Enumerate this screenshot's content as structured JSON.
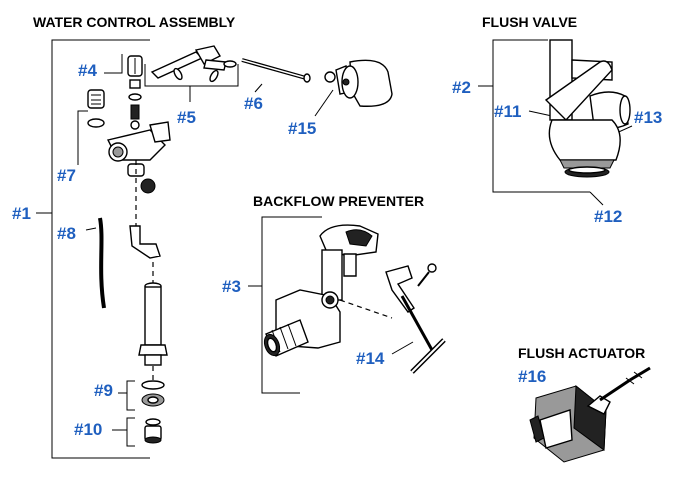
{
  "headers": {
    "water_control": "WATER CONTROL ASSEMBLY",
    "flush_valve": "FLUSH VALVE",
    "backflow": "BACKFLOW PREVENTER",
    "flush_actuator": "FLUSH ACTUATOR"
  },
  "callouts": {
    "n1": "#1",
    "n2": "#2",
    "n3": "#3",
    "n4": "#4",
    "n5": "#5",
    "n6": "#6",
    "n7": "#7",
    "n8": "#8",
    "n9": "#9",
    "n10": "#10",
    "n11": "#11",
    "n12": "#12",
    "n13": "#13",
    "n14": "#14",
    "n15": "#15",
    "n16": "#16"
  },
  "colors": {
    "callout": "#1f5fbf",
    "ink": "#000000"
  }
}
